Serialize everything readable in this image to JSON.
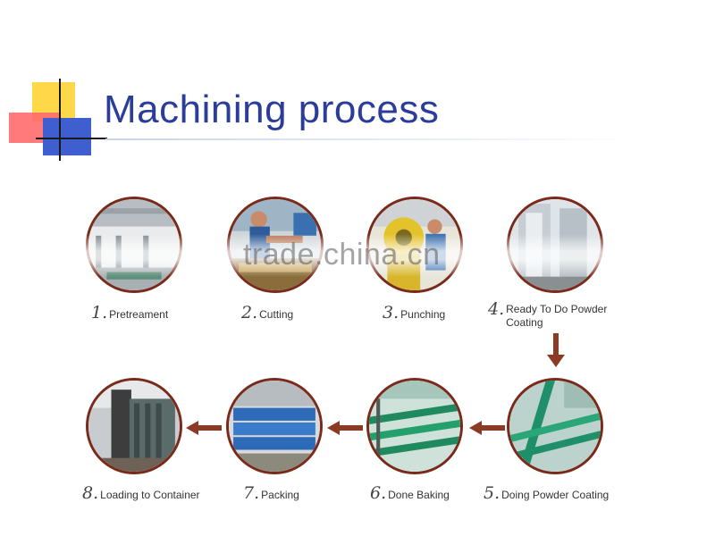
{
  "title": "Machining process",
  "watermark": "trade.china.cn",
  "steps": [
    {
      "num": "1.",
      "label": "Pretreament",
      "icon": "pretreatment-workshop-photo"
    },
    {
      "num": "2.",
      "label": "Cutting",
      "icon": "cutting-worker-photo"
    },
    {
      "num": "3.",
      "label": "Punching",
      "icon": "punching-machine-photo"
    },
    {
      "num": "4.",
      "label": "Ready To Do Powder Coating",
      "icon": "powder-booth-photo"
    },
    {
      "num": "5.",
      "label": "Doing Powder Coating",
      "icon": "coated-rack-photo"
    },
    {
      "num": "6.",
      "label": "Done Baking",
      "icon": "baked-parts-photo"
    },
    {
      "num": "7.",
      "label": "Packing",
      "icon": "packed-parts-photo"
    },
    {
      "num": "8.",
      "label": "Loading to Container",
      "icon": "container-loading-photo"
    }
  ],
  "colors": {
    "title": "#2b3d9a",
    "circle_border": "#7a2a1a",
    "arrow": "#8b3a24"
  }
}
